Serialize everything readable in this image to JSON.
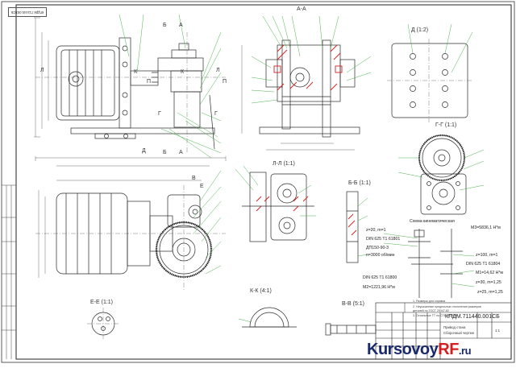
{
  "drawing": {
    "doc_code": "КПДМ.711440.001СБ",
    "title_line1": "Привод стана",
    "title_line2": "Сборочный чертеж",
    "sheet_scale": "1:1",
    "corner_stamp": "КПДМ.711440.001СБ"
  },
  "views": {
    "a_a": "А-А",
    "d": "Д   (1:2)",
    "g_g": "Г-Г    (1:1)",
    "l_l": "Л-Л    (1:1)",
    "b_b": "Б-Б    (1:1)",
    "e_e": "Е-Е    (1:1)",
    "k_k": "К-К    (4:1)",
    "v_v": "В-В    (5:1)"
  },
  "section_marks": {
    "b": "Б",
    "a": "А",
    "k": "К",
    "l": "Л",
    "p": "П",
    "g": "Г",
    "d": "Д",
    "v": "В",
    "e": "Е"
  },
  "kinematic": {
    "heading": "Схема кинематическая",
    "m3": "M3=5836,1 Н*м",
    "z20": "z=20, m=1",
    "din1": "DIN 625 T1 61801",
    "motor": "ДП150-90-3",
    "speed": "n=3000 об/мин",
    "z100": "z=100, m=1",
    "din2": "DIN 625 T1 61804",
    "m1": "M1=14,62 Н*м",
    "z30": "z=30, m=1,25",
    "din3": "DIN 625 T1 61800",
    "m2": "M2=1221,96 Н*м",
    "z25": "z=25, m=1,25"
  },
  "notes": {
    "n1": "1. Размеры для справок",
    "n2": "2. Неуказанные предельные отклонения размеров",
    "n3": "   деталей по ГОСТ 25347-82",
    "n4": "3. Остальные ТТ по СТБ 1022-96"
  },
  "watermark": {
    "part1": "Kursovoy",
    "part2": "RF",
    "part3": ".ru"
  },
  "colors": {
    "line": "#2b2b2b",
    "leader": "#3aa83a",
    "hatch_red": "#d02020",
    "logo_blue": "#1a2a6c",
    "logo_red": "#d41e1e"
  }
}
